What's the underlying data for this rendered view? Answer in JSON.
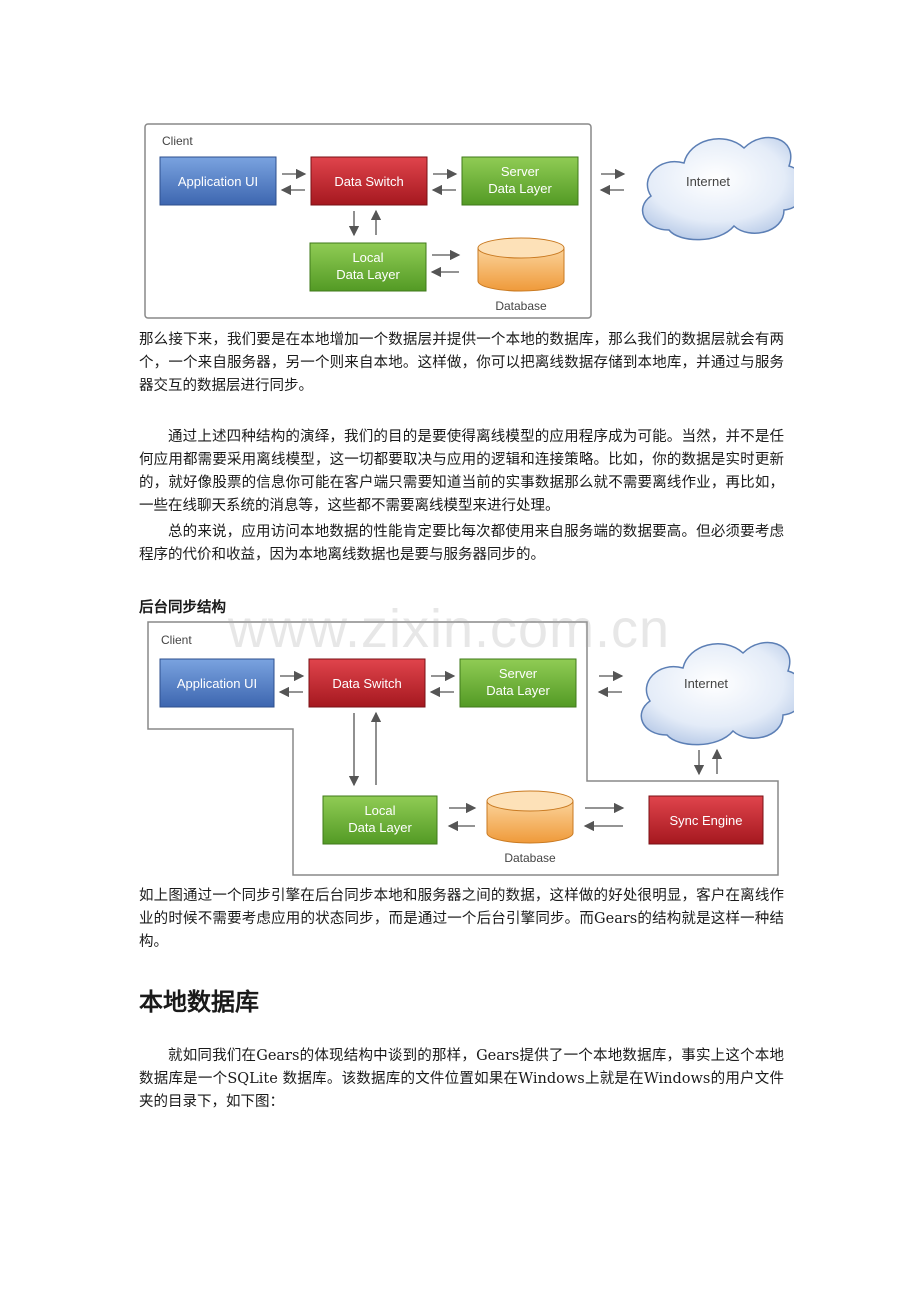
{
  "diagram1": {
    "client_label": "Client",
    "app_ui": "Application UI",
    "data_switch": "Data Switch",
    "server_line1": "Server",
    "server_line2": "Data Layer",
    "local_line1": "Local",
    "local_line2": "Data Layer",
    "database": "Database",
    "internet": "Internet"
  },
  "para1": "那么接下来，我们要是在本地增加一个数据层并提供一个本地的数据库，那么我们的数据层就会有两个，一个来自服务器，另一个则来自本地。这样做，你可以把离线数据存储到本地库，并通过与服务器交互的数据层进行同步。",
  "para2": "通过上述四种结构的演绎，我们的目的是要使得离线模型的应用程序成为可能。当然，并不是任何应用都需要采用离线模型，这一切都要取决与应用的逻辑和连接策略。比如，你的数据是实时更新的，就好像股票的信息你可能在客户端只需要知道当前的实事数据那么就不需要离线作业，再比如，一些在线聊天系统的消息等，这些都不需要离线模型来进行处理。",
  "para3": "总的来说，应用访问本地数据的性能肯定要比每次都使用来自服务端的数据要高。但必须要考虑程序的代价和收益，因为本地离线数据也是要与服务器同步的。",
  "subheading": "后台同步结构",
  "watermark": "www.zixin.com.cn",
  "diagram2": {
    "client_label": "Client",
    "app_ui": "Application UI",
    "data_switch": "Data Switch",
    "server_line1": "Server",
    "server_line2": "Data Layer",
    "local_line1": "Local",
    "local_line2": "Data Layer",
    "database": "Database",
    "internet": "Internet",
    "sync_engine": "Sync Engine"
  },
  "para4": "如上图通过一个同步引擎在后台同步本地和服务器之间的数据，这样做的好处很明显，客户在离线作业的时候不需要考虑应用的状态同步，而是通过一个后台引擎同步。而Gears的结构就是这样一种结构。",
  "heading2": "本地数据库",
  "para5": "就如同我们在Gears的体现结构中谈到的那样，Gears提供了一个本地数据库，事实上这个本地数据库是一个SQLite 数据库。该数据库的文件位置如果在Windows上就是在Windows的用户文件夹的目录下，如下图：",
  "colors": {
    "blue": "#4a78c2",
    "red": "#b5202a",
    "green": "#64a833",
    "database_orange": "#f5a64a",
    "cloud": "#c9d7ee"
  }
}
